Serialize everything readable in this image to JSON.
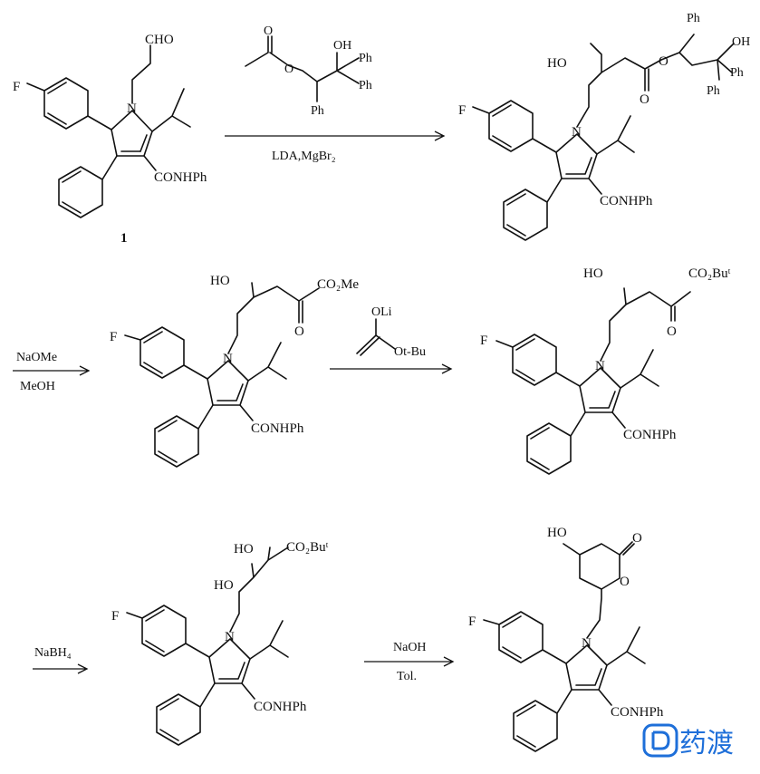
{
  "compound_1": {
    "aldehyde": "CHO",
    "fluoro": "F",
    "nitrogen": "N",
    "amide": "CONHPh",
    "number": "1"
  },
  "step1": {
    "reagent": {
      "hydroxyl": "OH",
      "ester_o": "O",
      "carbonyl_o": "O",
      "phenyl_a": "Ph",
      "phenyl_b": "Ph",
      "phenyl_c": "Ph"
    },
    "conditions": "LDA,MgBr₂"
  },
  "product_1": {
    "hydroxyl": "HO",
    "ester_o": "O",
    "carbonyl_o": "O",
    "fluoro": "F",
    "nitrogen": "N",
    "amide": "CONHPh",
    "phenyl_a": "Ph",
    "phenyl_b": "Ph",
    "phenyl_c": "Ph",
    "oh_tail": "OH"
  },
  "step2": {
    "reagent": "NaOMe",
    "solvent": "MeOH"
  },
  "product_2": {
    "hydroxyl": "HO",
    "ester": "CO₂Me",
    "keto_o": "O",
    "fluoro": "F",
    "nitrogen": "N",
    "amide": "CONHPh"
  },
  "step3": {
    "reagent_top": "OLi",
    "reagent_side": "Ot-Bu"
  },
  "product_3": {
    "hydroxyl": "HO",
    "ester": "CO₂Buᵗ",
    "keto_o": "O",
    "fluoro": "F",
    "nitrogen": "N",
    "amide": "CONHPh"
  },
  "step4": {
    "reagent": "NaBH₄"
  },
  "product_4": {
    "hydroxyl_top": "HO",
    "ester": "CO₂Buᵗ",
    "hydroxyl_mid": "HO",
    "fluoro": "F",
    "nitrogen": "N",
    "amide": "CONHPh"
  },
  "step5": {
    "reagent": "NaOH",
    "solvent": "Tol."
  },
  "product_5": {
    "hydroxyl": "HO",
    "lactone_o": "O",
    "ring_o": "O",
    "fluoro": "F",
    "nitrogen": "N",
    "amide": "CONHPh"
  },
  "watermark": {
    "text": "药渡",
    "color": "#1e6fd9"
  }
}
